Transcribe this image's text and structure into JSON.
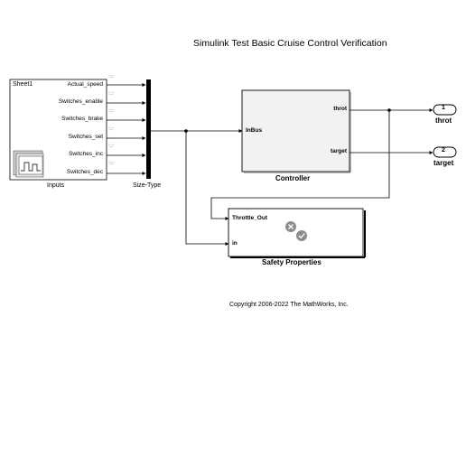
{
  "title": "Simulink Test Basic Cruise Control Verification",
  "copyright": "Copyright 2006-2022 The MathWorks, Inc.",
  "inputs_block": {
    "name": "Inputs",
    "sheet": "Sheet1",
    "signals": [
      "Actual_speed",
      "Switches_enable",
      "Switches_brake",
      "Switches_set",
      "Switches_inc",
      "Switches_dec"
    ]
  },
  "bus_block": {
    "name": "Size-Type"
  },
  "controller_block": {
    "name": "Controller",
    "in_port": "InBus",
    "out_ports": [
      "throt",
      "target"
    ]
  },
  "safety_block": {
    "name": "Safety Properties",
    "in_ports": [
      "Throttle_Out",
      "in"
    ]
  },
  "outports": [
    {
      "number": "1",
      "name": "throt"
    },
    {
      "number": "2",
      "name": "target"
    }
  ],
  "colors": {
    "line": "#000000",
    "block_fill": "#f2f2f2",
    "badge_grey": "#8c8c8c",
    "signal_icon": "#9bbfe0"
  }
}
